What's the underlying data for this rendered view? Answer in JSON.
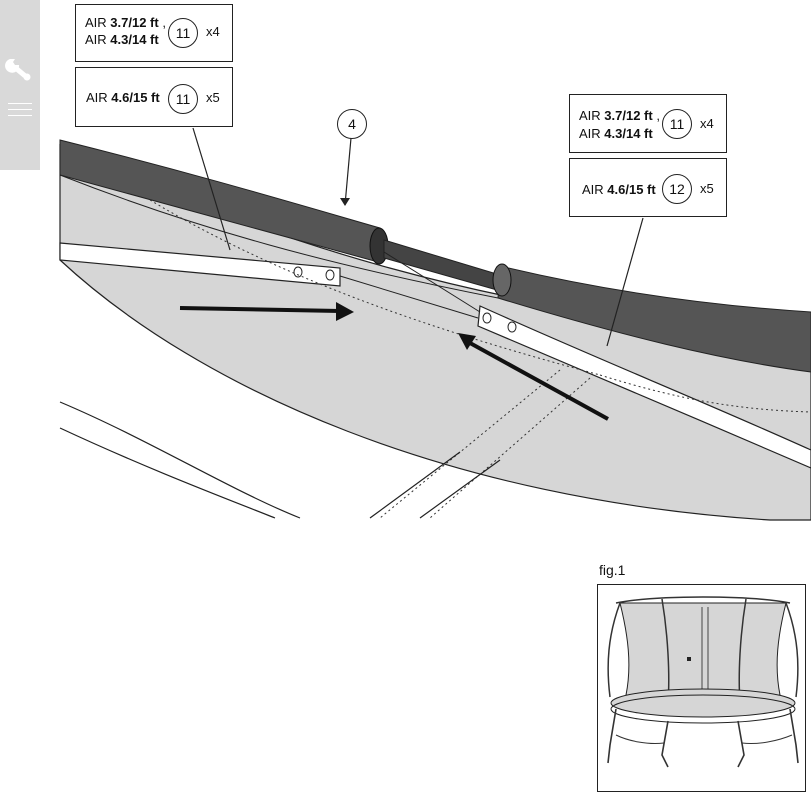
{
  "labels": {
    "top_left_a": {
      "line1_prefix": "AIR ",
      "line1_bold": "3.7/12 ft",
      "line1_suffix": " ,",
      "line2_prefix": "AIR ",
      "line2_bold": "4.3/14 ft",
      "part": "11",
      "qty": "x4"
    },
    "top_left_b": {
      "line1_prefix": "AIR ",
      "line1_bold": "4.6/15 ft",
      "part": "11",
      "qty": "x5"
    },
    "top_right_a": {
      "line1_prefix": "AIR ",
      "line1_bold": "3.7/12 ft",
      "line1_suffix": " ,",
      "line2_prefix": "AIR ",
      "line2_bold": "4.3/14 ft",
      "part": "11",
      "qty": "x4"
    },
    "top_right_b": {
      "line1_prefix": "AIR ",
      "line1_bold": "4.6/15 ft",
      "part": "12",
      "qty": "x5"
    }
  },
  "callout_part": "4",
  "figure_label": "fig.1",
  "icon": "wrench-icon",
  "colors": {
    "mat": "#d6d6d6",
    "pad": "#555555",
    "tab": "#d9d9d9"
  }
}
